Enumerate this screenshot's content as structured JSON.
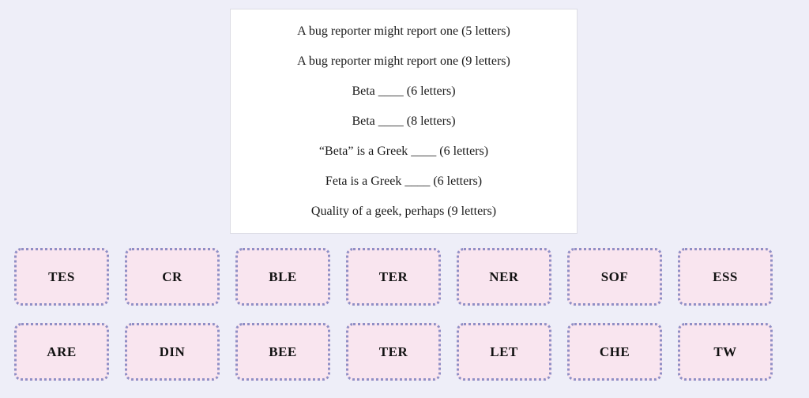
{
  "theme": {
    "page_background": "#eeeef8",
    "panel_background": "#ffffff",
    "panel_border": "#dcdce4",
    "tile_background": "#f9e5ef",
    "tile_border": "#8f8fc6",
    "text_color": "#1a1a1a"
  },
  "clue_panel": {
    "clues": [
      {
        "text": "A bug reporter might report one (5 letters)"
      },
      {
        "text": "A bug reporter might report one (9 letters)"
      },
      {
        "text": "Beta ____ (6 letters)"
      },
      {
        "text": "Beta ____ (8 letters)"
      },
      {
        "text": "“Beta” is a Greek ____ (6 letters)"
      },
      {
        "text": "Feta is a Greek ____ (6 letters)"
      },
      {
        "text": "Quality of a geek, perhaps (9 letters)"
      }
    ]
  },
  "tile_grid": {
    "rows": [
      {
        "tiles": [
          {
            "label": "TES"
          },
          {
            "label": "CR"
          },
          {
            "label": "BLE"
          },
          {
            "label": "TER"
          },
          {
            "label": "NER"
          },
          {
            "label": "SOF"
          },
          {
            "label": "ESS"
          }
        ]
      },
      {
        "tiles": [
          {
            "label": "ARE"
          },
          {
            "label": "DIN"
          },
          {
            "label": "BEE"
          },
          {
            "label": "TER"
          },
          {
            "label": "LET"
          },
          {
            "label": "CHE"
          },
          {
            "label": "TW"
          }
        ]
      }
    ]
  }
}
